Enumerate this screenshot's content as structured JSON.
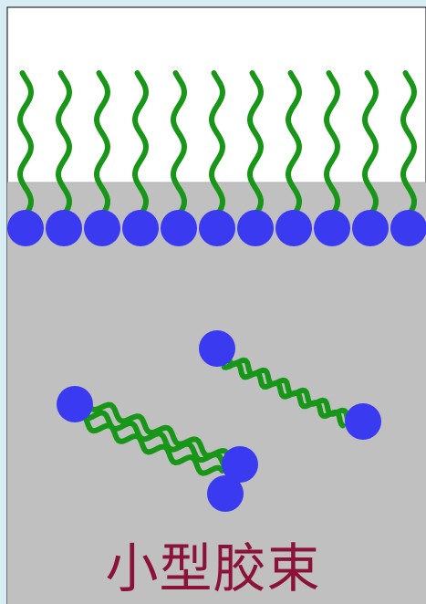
{
  "caption": "小型胶束",
  "colors": {
    "page_background": "#d8ecf4",
    "air_region": "#ffffff",
    "water_region": "#c0c0c0",
    "head_group": "#3a3af0",
    "tail_chain": "#179617",
    "caption_text": "#8b1238"
  },
  "surface_molecule_count": 11,
  "micelle_molecule_count": 3
}
